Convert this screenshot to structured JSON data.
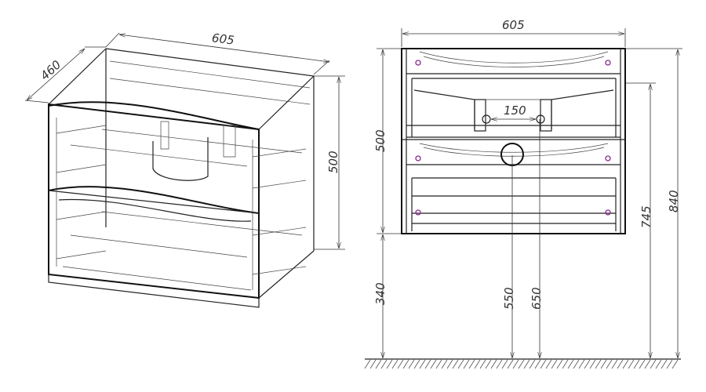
{
  "iso_view": {
    "width_label": "605",
    "depth_label": "460",
    "height_label": "500"
  },
  "front_view": {
    "width_label": "605",
    "height_label": "500",
    "pipe_spacing_label": "150",
    "wall_gap_label": "340",
    "drain_height_label": "550",
    "supply_height_label": "650",
    "rail_height_label": "745",
    "total_height_label": "840"
  },
  "colors": {
    "line": "#222222",
    "fastener": "#8a2a8a"
  }
}
